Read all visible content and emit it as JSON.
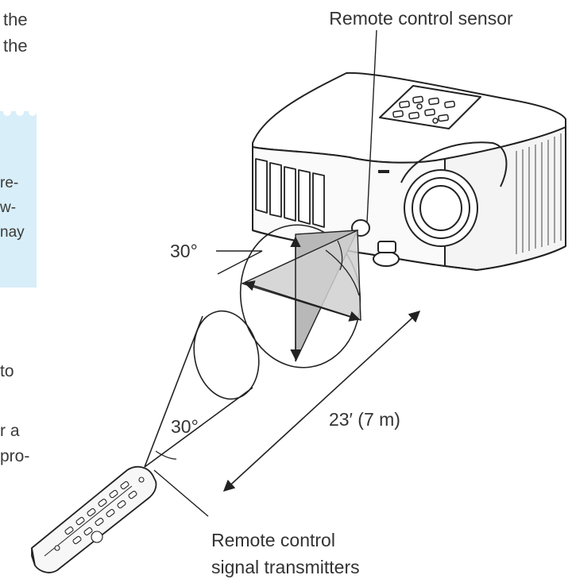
{
  "left_column": {
    "top_lines": [
      "the",
      "the"
    ],
    "note_lines": [
      "re-",
      "w-",
      "nay"
    ],
    "bottom_lines": [
      "to",
      "r a",
      "pro-"
    ]
  },
  "diagram": {
    "sensor_label": "Remote control sensor",
    "sensor_angle": "30°",
    "transmitter_angle": "30°",
    "distance": "23′ (7 m)",
    "transmitter_label_line1": "Remote control",
    "transmitter_label_line2": "signal transmitters"
  }
}
